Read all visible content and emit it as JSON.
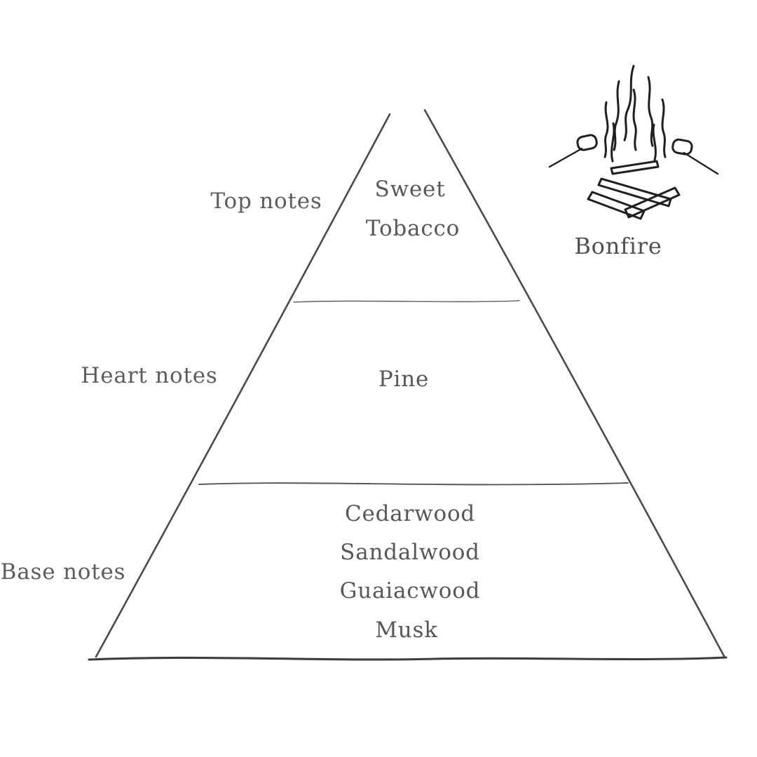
{
  "product": {
    "name": "Bonfire"
  },
  "pyramid": {
    "levels": [
      {
        "label": "Top notes",
        "notes": [
          "Sweet",
          "Tobacco"
        ]
      },
      {
        "label": "Heart notes",
        "notes": [
          "Pine"
        ]
      },
      {
        "label": "Base notes",
        "notes": [
          "Cedarwood",
          "Sandalwood",
          "Guaiacwood",
          "Musk"
        ]
      }
    ]
  },
  "icons": {
    "bonfire_illustration": "campfire-with-marshmallow-sticks-icon"
  },
  "colors": {
    "outline": "#4a4a4a",
    "divider": "#6a6a6a",
    "text": "#575757",
    "illustration": "#1f1f1f",
    "background": "#ffffff"
  }
}
